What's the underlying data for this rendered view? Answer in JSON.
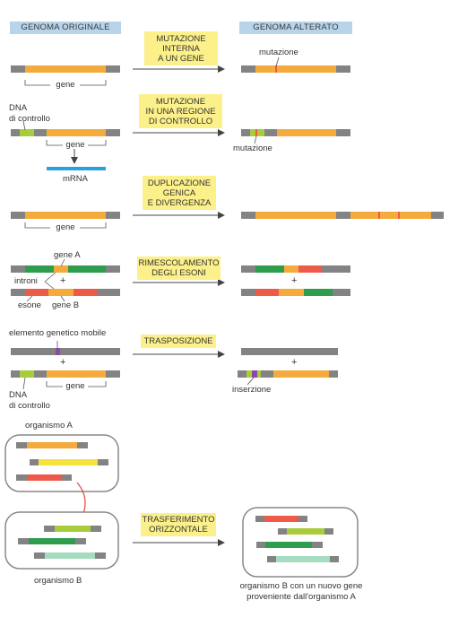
{
  "headers": {
    "original": "GENOMA ORIGINALE",
    "altered": "GENOMA ALTERATO"
  },
  "colors": {
    "gray": "#838383",
    "orange": "#f5ab3c",
    "light_green": "#a9cd3a",
    "dark_green": "#2e9d4d",
    "red": "#ee5a48",
    "yellow": "#f6e23c",
    "mint": "#a5dcc0",
    "purple": "#8a4aa8",
    "blue": "#27a3dc",
    "box_yellow": "#fbf08a",
    "header_blue": "#b8d4ea",
    "arrow_red": "#e0463c"
  },
  "processes": [
    {
      "label": "MUTAZIONE\nINTERNA\nA UN GENE"
    },
    {
      "label": "MUTAZIONE\nIN UNA REGIONE\nDI CONTROLLO"
    },
    {
      "label": "DUPLICAZIONE\nGENICA\nE DIVERGENZA"
    },
    {
      "label": "RIMESCOLAMENTO\nDEGLI ESONI"
    },
    {
      "label": "TRASPOSIZIONE"
    },
    {
      "label": "TRASFERIMENTO\nORIZZONTALE"
    }
  ],
  "labels": {
    "gene": "gene",
    "mutazione": "mutazione",
    "dna_di_controllo": "DNA\ndi controllo",
    "mrna": "mRNA",
    "gene_a": "gene A",
    "gene_b": "gene B",
    "introni": "introni",
    "esone": "esone",
    "plus": "+",
    "elemento_genetico_mobile": "elemento genetico mobile",
    "inserzione": "inserzione",
    "organismo_a": "organismo A",
    "organismo_b": "organismo B",
    "organismo_b_nuovo_gene": "organismo B con un nuovo gene\nproveniente dall'organismo A"
  }
}
